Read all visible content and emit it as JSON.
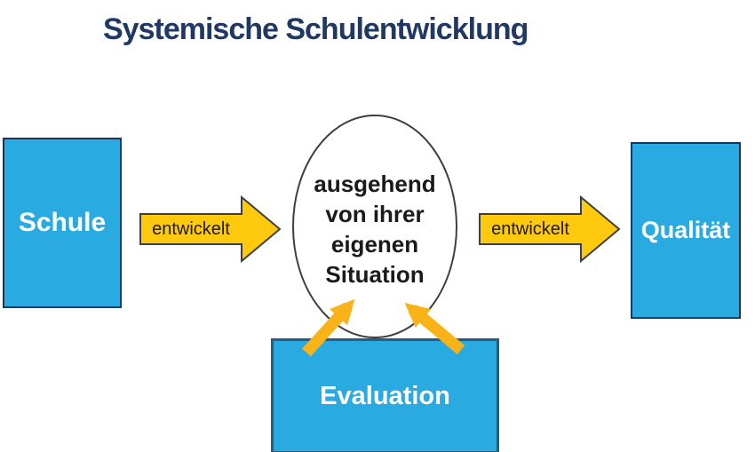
{
  "title": "Systemische Schulentwicklung",
  "nodes": {
    "schule": {
      "label": "Schule"
    },
    "qualitaet": {
      "label": "Qualität"
    },
    "evaluation": {
      "label": "Evaluation"
    },
    "ellipse": {
      "lines": [
        "ausgehend",
        "von ihrer",
        "eigenen",
        "Situation"
      ]
    }
  },
  "arrows": {
    "left": {
      "label": "entwickelt"
    },
    "right": {
      "label": "entwickelt"
    }
  },
  "colors": {
    "node_fill_cyan": "#29ABE2",
    "node_border_dark": "#17375E",
    "evaluation_border": "#31597B",
    "block_arrow_yellow": "#FFC90E",
    "block_arrow_outline": "#3F3F3F",
    "feedback_arrow_orange": "#F9B318",
    "title_navy": "#1F3864",
    "text_black": "#1A1A1A",
    "ellipse_fill": "#FFFFFF"
  }
}
